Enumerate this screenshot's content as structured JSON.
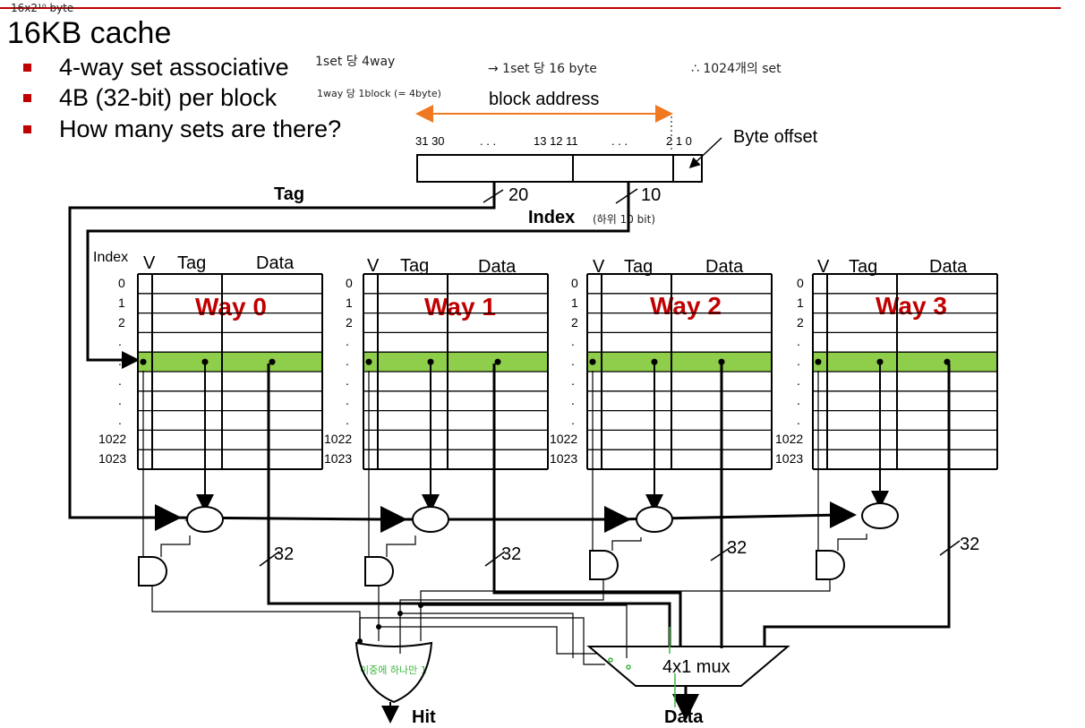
{
  "title": "16KB cache",
  "title_note": "16x2¹⁰ byte",
  "bullets": [
    {
      "text": "4-way set associative",
      "note": "1set 당 4way"
    },
    {
      "text": "4B (32-bit) per block",
      "note": "1way 당 1block (= 4byte)"
    },
    {
      "text": "How many sets are there?",
      "note": ""
    }
  ],
  "notes": {
    "per_set": "→ 1set 당 16 byte",
    "sets": "∴ 1024개의 set",
    "index_note": "(하위 10 bit)",
    "or_gate_note": "이중에 하나만 1"
  },
  "address": {
    "label": "block address",
    "bits_left": "31 30",
    "dots1": ". . .",
    "bits_mid": "13 12  11",
    "dots2": ". . .",
    "bits_right": "2  1  0",
    "byte_offset": "Byte offset",
    "tag_label": "Tag",
    "index_label": "Index",
    "tag_width": "20",
    "index_width": "10"
  },
  "table": {
    "index_header": "Index",
    "v_header": "V",
    "tag_header": "Tag",
    "data_header": "Data",
    "rows": [
      "0",
      "1",
      "2",
      ".",
      ".",
      ".",
      ".",
      ".",
      "1022",
      "1023"
    ]
  },
  "ways": [
    "Way 0",
    "Way 1",
    "Way 2",
    "Way 3"
  ],
  "comparator_symbol": "=",
  "bus_width": "32",
  "mux_label": "4x1 mux",
  "hit_label": "Hit",
  "data_out_label": "Data",
  "colors": {
    "accent_red": "#c00000",
    "highlight_green": "#8fce4a",
    "address_arrow": "#f07820",
    "handwriting_green": "#3bb83b"
  }
}
